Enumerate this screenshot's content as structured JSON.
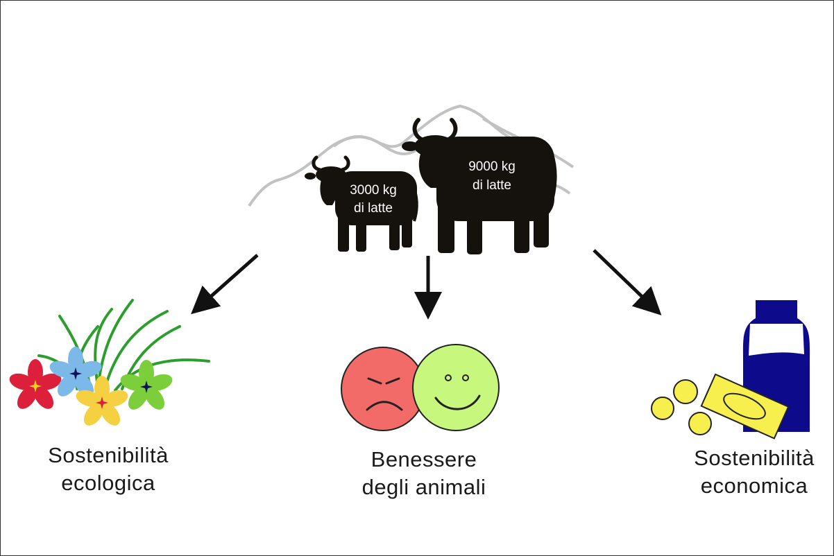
{
  "cows": {
    "small": {
      "line1": "3000 kg",
      "line2": "di latte"
    },
    "large": {
      "line1": "9000 kg",
      "line2": "di latte"
    }
  },
  "outcomes": {
    "ecological": {
      "line1": "Sostenibilità",
      "line2": "ecologica"
    },
    "welfare": {
      "line1": "Benessere",
      "line2": "degli animali"
    },
    "economic": {
      "line1": "Sostenibilità",
      "line2": "economica"
    }
  },
  "colors": {
    "cow": "#15110d",
    "mountain": "#c2c2c2",
    "arrow": "#111111",
    "angry_face": "#f36b68",
    "happy_face": "#c8f77d",
    "bottle": "#0d0a8c",
    "coin": "#f6ef4e",
    "grass": "#2d9e2d"
  }
}
